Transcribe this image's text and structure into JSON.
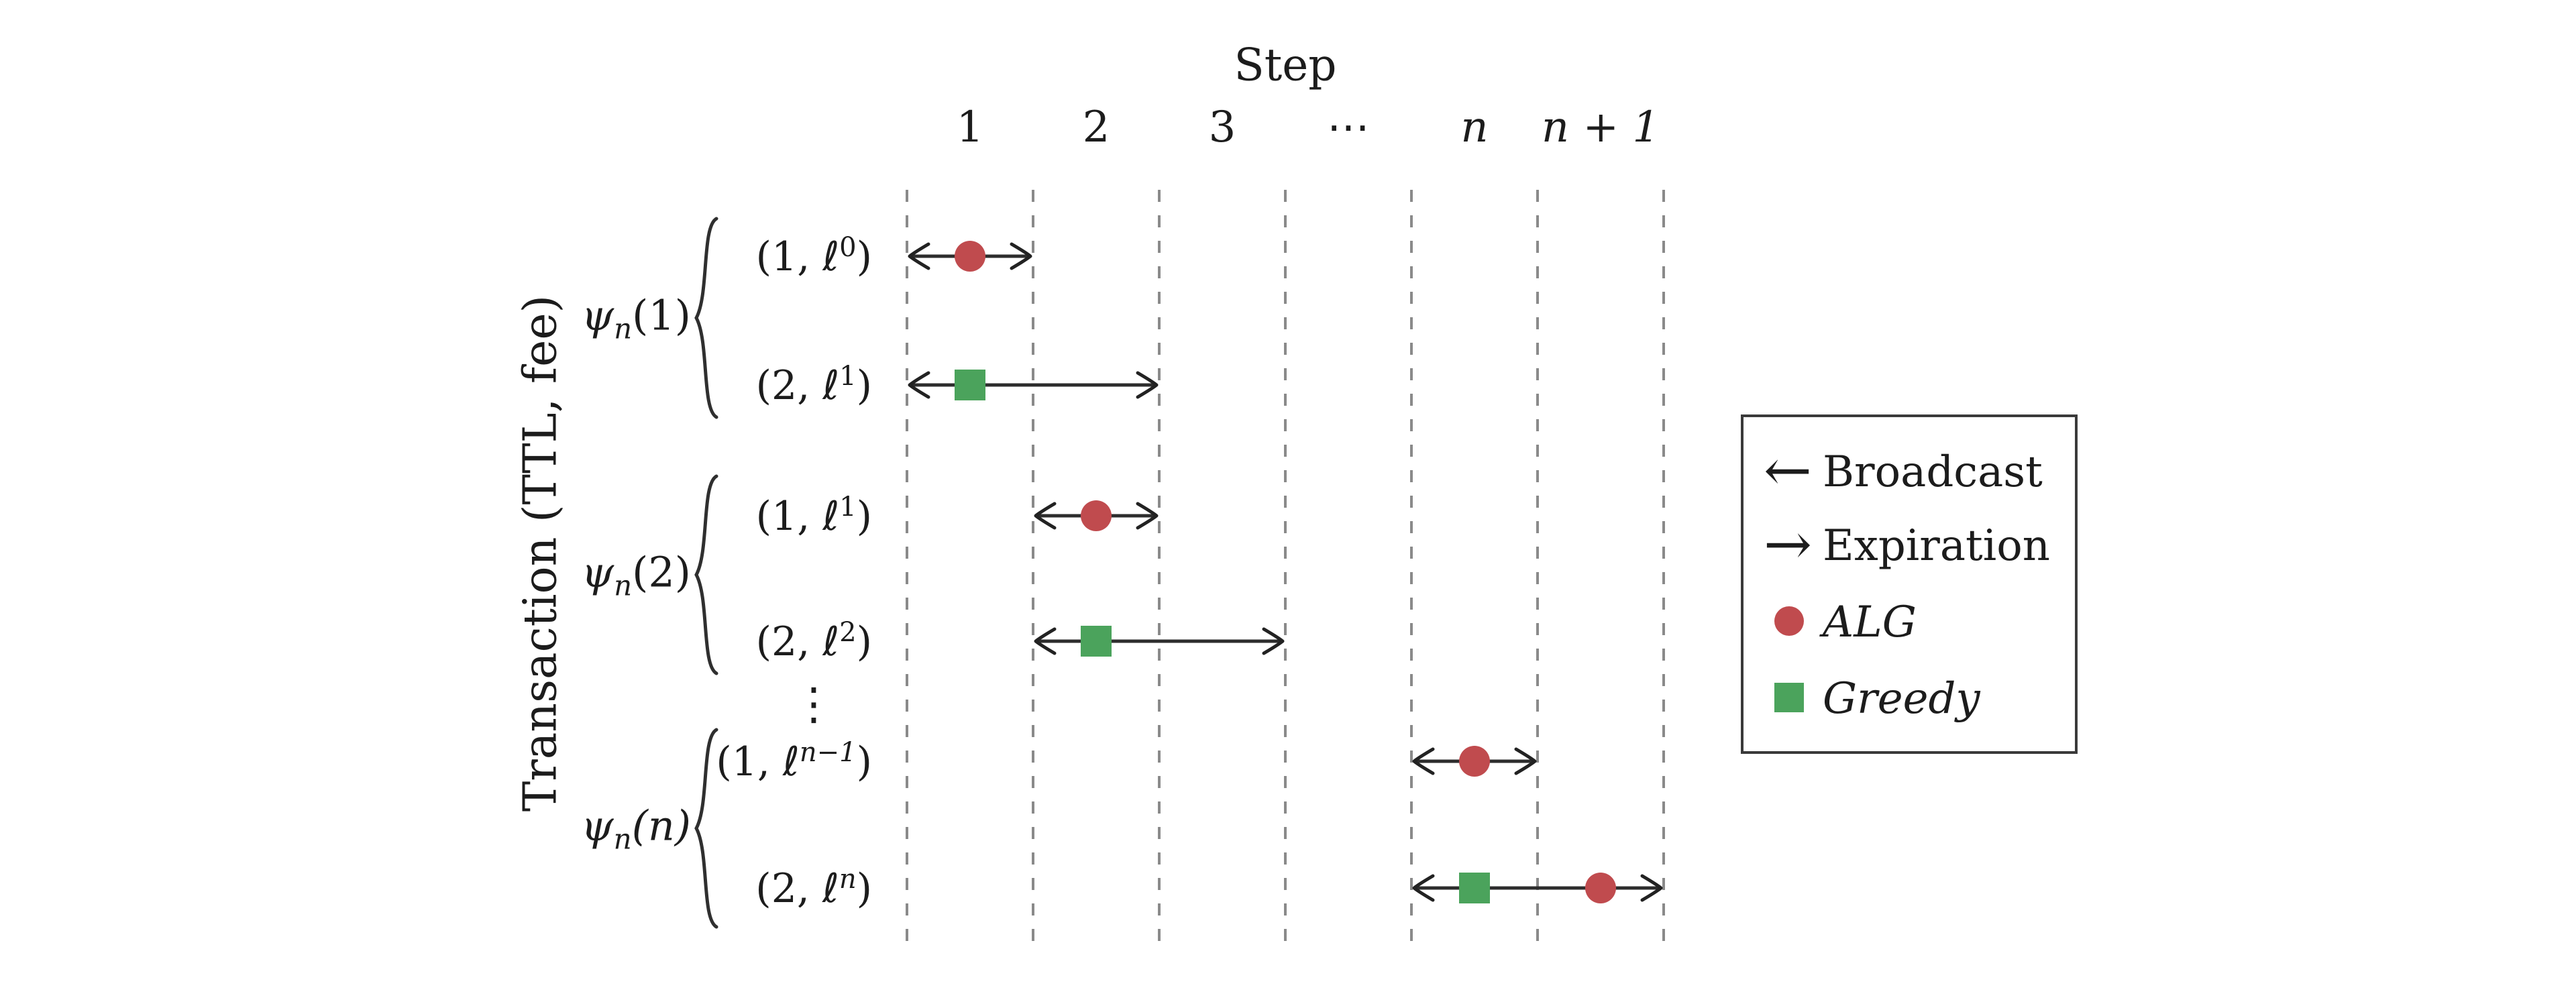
{
  "figure": {
    "title": "Step",
    "x_ticks": [
      "1",
      "2",
      "3",
      "⋯",
      "n",
      "n + 1"
    ],
    "y_axis_label": "Transaction (TTL, fee)",
    "vdots": "⋮",
    "groups": [
      {
        "symbol": "ψ",
        "subscript": "n",
        "argument": "(1)"
      },
      {
        "symbol": "ψ",
        "subscript": "n",
        "argument": "(2)"
      },
      {
        "symbol": "ψ",
        "subscript": "n",
        "argument": "(n)"
      }
    ],
    "rows": [
      {
        "label_prefix": "(1, ℓ",
        "label_sup": "0",
        "label_suffix": ")"
      },
      {
        "label_prefix": "(2, ℓ",
        "label_sup": "1",
        "label_suffix": ")"
      },
      {
        "label_prefix": "(1, ℓ",
        "label_sup": "1",
        "label_suffix": ")"
      },
      {
        "label_prefix": "(2, ℓ",
        "label_sup": "2",
        "label_suffix": ")"
      },
      {
        "label_prefix": "(1, ℓ",
        "label_sup": "n−1",
        "label_suffix": ")"
      },
      {
        "label_prefix": "(2, ℓ",
        "label_sup": "n",
        "label_suffix": ")"
      }
    ],
    "legend": {
      "broadcast_symbol": "←",
      "broadcast_label": "Broadcast",
      "expiration_symbol": "→",
      "expiration_label": "Expiration",
      "alg_label": "ALG",
      "greedy_label": "Greedy"
    },
    "colors": {
      "alg": "#c04b4e",
      "greedy": "#4ba35c",
      "grid_dash": "#8a8a8a",
      "arrow": "#2d2d2d",
      "text": "#1c1c1c"
    }
  },
  "chart_data": {
    "type": "scatter",
    "title": "Step",
    "xlabel": "Step",
    "ylabel": "Transaction (TTL, fee)",
    "x_tick_labels": [
      "1",
      "2",
      "3",
      "⋯",
      "n",
      "n+1"
    ],
    "grid": "dashed vertical lines at half-step boundaries",
    "legend_position": "right",
    "legend_entries": [
      "← Broadcast",
      "→ Expiration",
      "ALG",
      "Greedy"
    ],
    "series": [
      {
        "name": "ALG",
        "marker": "circle",
        "color": "#c04b4e"
      },
      {
        "name": "Greedy",
        "marker": "square",
        "color": "#4ba35c"
      }
    ],
    "rows": [
      {
        "group": "ψ_n(1)",
        "ttl": 1,
        "fee": "ℓ^0",
        "broadcast_at": 0.5,
        "expiration_at": 1.5,
        "markers": [
          {
            "series": "ALG",
            "step": "1"
          }
        ]
      },
      {
        "group": "ψ_n(1)",
        "ttl": 2,
        "fee": "ℓ^1",
        "broadcast_at": 0.5,
        "expiration_at": 2.5,
        "markers": [
          {
            "series": "Greedy",
            "step": "1"
          }
        ]
      },
      {
        "group": "ψ_n(2)",
        "ttl": 1,
        "fee": "ℓ^1",
        "broadcast_at": 1.5,
        "expiration_at": 2.5,
        "markers": [
          {
            "series": "ALG",
            "step": "2"
          }
        ]
      },
      {
        "group": "ψ_n(2)",
        "ttl": 2,
        "fee": "ℓ^2",
        "broadcast_at": 1.5,
        "expiration_at": 3.5,
        "markers": [
          {
            "series": "Greedy",
            "step": "2"
          }
        ]
      },
      {
        "group": "ψ_n(n)",
        "ttl": 1,
        "fee": "ℓ^(n−1)",
        "broadcast_at": "n−0.5",
        "expiration_at": "n+0.5",
        "markers": [
          {
            "series": "ALG",
            "step": "n"
          }
        ]
      },
      {
        "group": "ψ_n(n)",
        "ttl": 2,
        "fee": "ℓ^n",
        "broadcast_at": "n−0.5",
        "expiration_at": "n+1.5",
        "markers": [
          {
            "series": "Greedy",
            "step": "n"
          },
          {
            "series": "ALG",
            "step": "n+1"
          }
        ]
      }
    ]
  }
}
